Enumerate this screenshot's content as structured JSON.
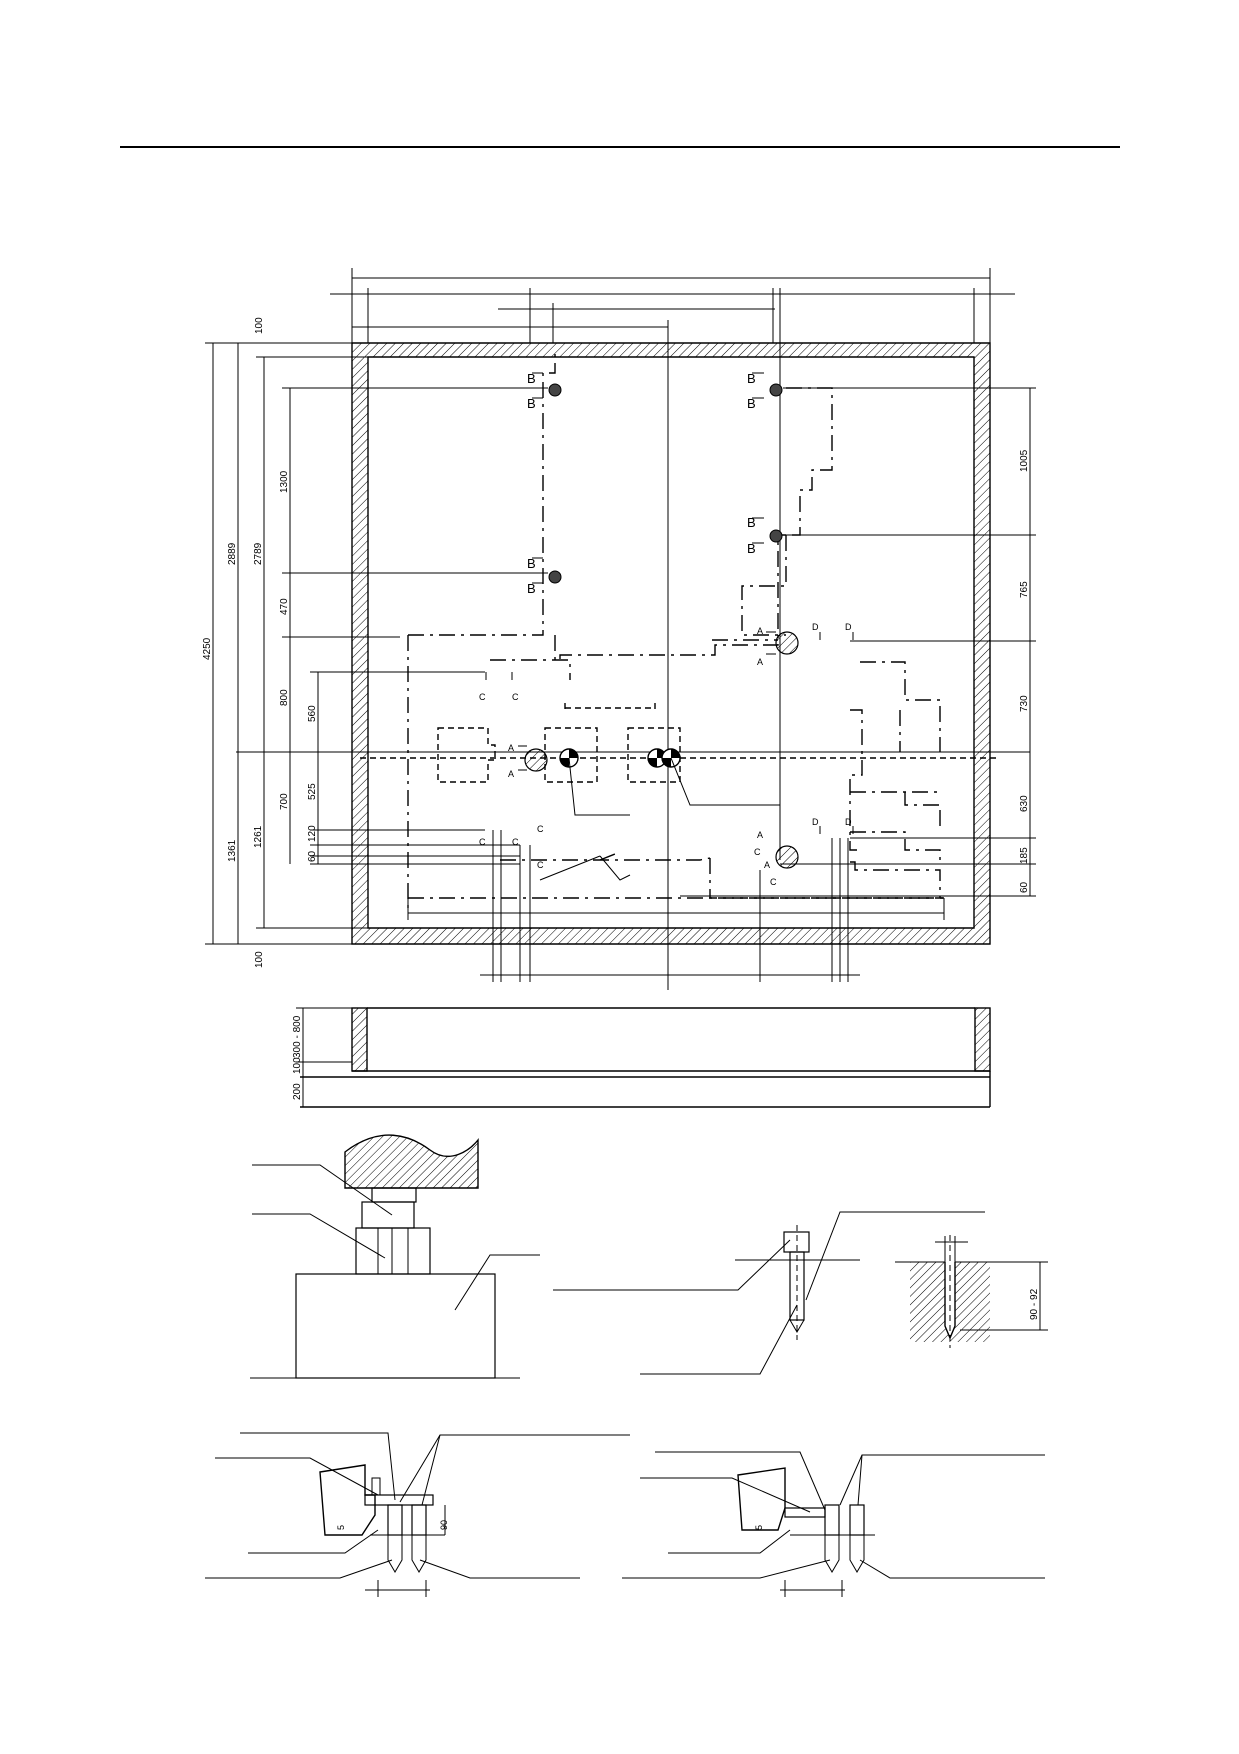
{
  "plan": {
    "left_dimensions": [
      "100",
      "4250",
      "2889",
      "2789",
      "1300",
      "470",
      "800",
      "560",
      "700",
      "525",
      "120",
      "60",
      "1361",
      "1261",
      "100"
    ],
    "right_dimensions": [
      "1005",
      "765",
      "730",
      "630",
      "185",
      "60"
    ],
    "markers": {
      "A": "A",
      "B": "B",
      "C": "C",
      "D": "D"
    }
  },
  "section": {
    "dimensions": [
      "300 - 800",
      "100",
      "200"
    ]
  },
  "details": {
    "drill_depth": "90 - 92",
    "detail_left_dims": [
      "5",
      "90"
    ],
    "detail_right_dims": [
      "5"
    ]
  }
}
